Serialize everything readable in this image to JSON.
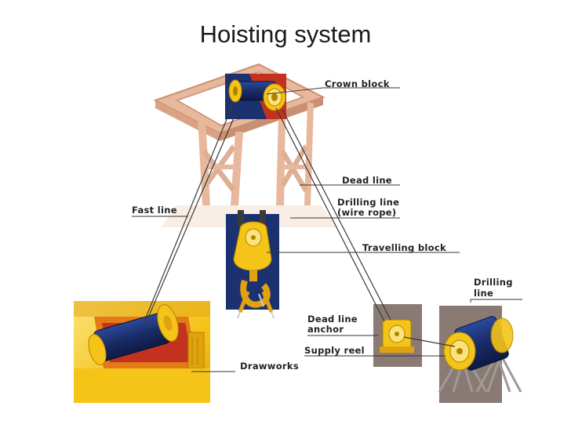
{
  "title": "Hoisting system",
  "labels": {
    "crown_block": "Crown block",
    "dead_line": "Dead line",
    "drilling_line_1": "Drilling line",
    "drilling_line_2": "(wire rope)",
    "fast_line": "Fast line",
    "travelling_block": "Travelling block",
    "dead_line_anchor_1": "Dead line",
    "dead_line_anchor_2": "anchor",
    "supply_reel": "Supply reel",
    "drilling_line_reel_1": "Drilling",
    "drilling_line_reel_2": "line",
    "drawworks": "Drawworks"
  },
  "colors": {
    "derrick": "#e8b89c",
    "derrick_dark": "#c98f72",
    "inset_bg": "#8a7a74",
    "navy": "#1c3170",
    "yellow": "#f5c418",
    "yellow_light": "#fbe27a",
    "orange": "#e27a17",
    "red": "#c2321e",
    "ink": "#222222"
  }
}
